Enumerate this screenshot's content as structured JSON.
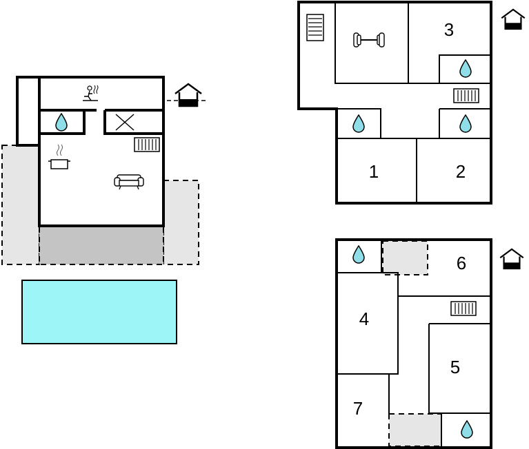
{
  "rooms": {
    "r1": "1",
    "r2": "2",
    "r3": "3",
    "r4": "4",
    "r5": "5",
    "r6": "6",
    "r7": "7"
  },
  "icons": {
    "bathroom": "water-drop-icon",
    "radiator": "radiator-icon",
    "stairs": "stairs-icon",
    "sauna": "sauna-icon",
    "cooking": "cooking-pot-icon",
    "sofa": "sofa-icon",
    "fitness": "dumbbell-icon",
    "floor_level": "house-floor-level-icon",
    "void": "open-void-cross-icon"
  },
  "colors": {
    "pool": "#9ef5f8",
    "terrace_light": "#e6e6e6",
    "terrace_dark": "#c4c4c4",
    "water": "#8fdde6"
  }
}
